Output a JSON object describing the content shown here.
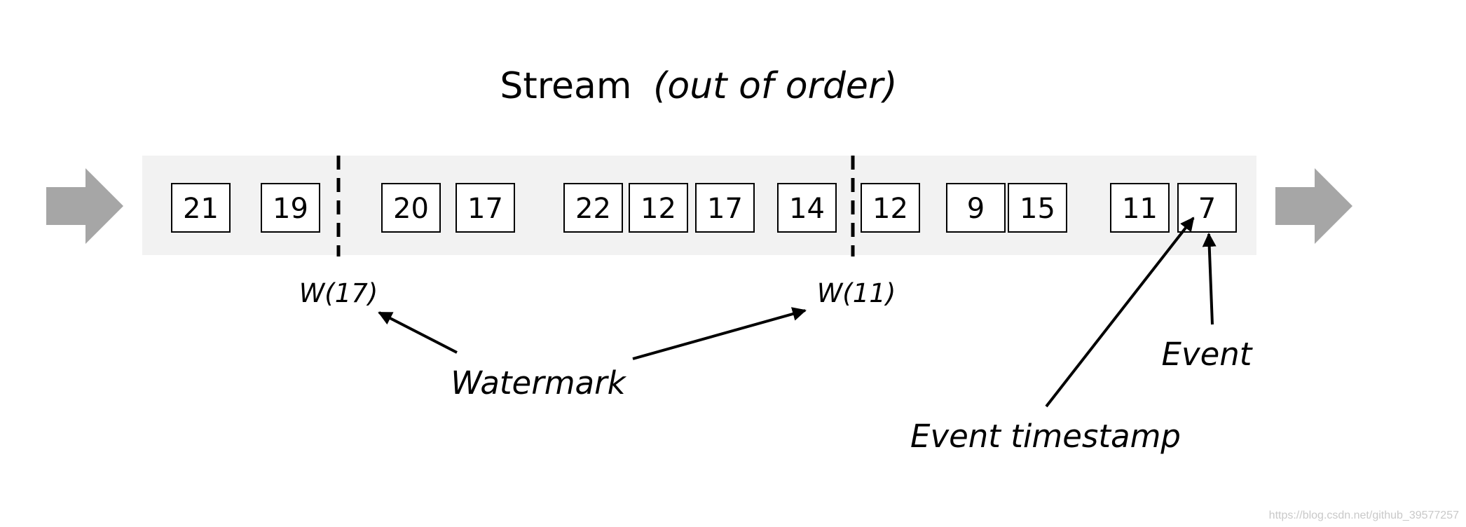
{
  "title": {
    "main": "Stream",
    "qualifier": "(out of order)"
  },
  "events": [
    "21",
    "19",
    "20",
    "17",
    "22",
    "12",
    "17",
    "14",
    "12",
    "9",
    "15",
    "11",
    "7"
  ],
  "watermarks": [
    {
      "label": "W(17)"
    },
    {
      "label": "W(11)"
    }
  ],
  "callouts": {
    "watermark": "Watermark",
    "event": "Event",
    "event_timestamp": "Event timestamp"
  },
  "credit": "https://blog.csdn.net/github_39577257",
  "colors": {
    "band": "#f2f2f2",
    "flow_arrow": "#a6a6a6",
    "line": "#000000",
    "box_fill": "#ffffff"
  },
  "icons": {
    "input_arrow": "flow-arrow-icon",
    "output_arrow": "flow-arrow-icon"
  }
}
